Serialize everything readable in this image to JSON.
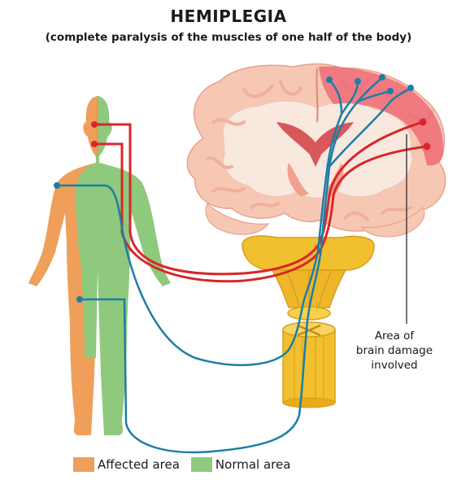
{
  "title": "HEMIPLEGIA",
  "subtitle": "(complete paralysis of the muscles of one half of the body)",
  "annotation": {
    "lines": [
      "Area of",
      "brain damage",
      "involved"
    ]
  },
  "legend": {
    "items": [
      {
        "label": "Affected area",
        "color": "#ef9f5a"
      },
      {
        "label": "Normal area",
        "color": "#8fc97d"
      }
    ]
  },
  "colors": {
    "motor_pathway": "#d8262b",
    "sensory_pathway": "#1b7ea6",
    "brain_outer": "#f6c8b4",
    "brain_white": "#f7e7dc",
    "damage_area": "#ef5f6f",
    "brainstem": "#f2bf2e"
  }
}
